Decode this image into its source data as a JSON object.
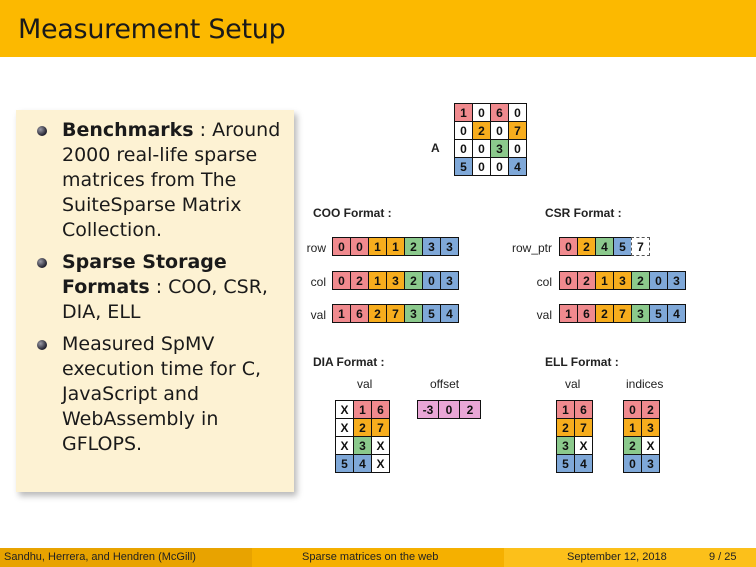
{
  "slide": {
    "title": "Measurement Setup"
  },
  "bullets": [
    {
      "bold": "Benchmarks",
      "text": " : Around 2000 real-life sparse matrices from The SuiteSparse Matrix Collection."
    },
    {
      "bold": "Sparse Storage Formats",
      "text": " : COO, CSR, DIA, ELL"
    },
    {
      "bold": "",
      "text": "Measured SpMV execution time for C, JavaScript and WebAssembly in GFLOPS."
    }
  ],
  "matrix": {
    "label": "A",
    "rows": [
      [
        {
          "v": "1",
          "c": "red"
        },
        {
          "v": "0",
          "c": "white"
        },
        {
          "v": "6",
          "c": "red"
        },
        {
          "v": "0",
          "c": "white"
        }
      ],
      [
        {
          "v": "0",
          "c": "white"
        },
        {
          "v": "2",
          "c": "orange"
        },
        {
          "v": "0",
          "c": "white"
        },
        {
          "v": "7",
          "c": "orange"
        }
      ],
      [
        {
          "v": "0",
          "c": "white"
        },
        {
          "v": "0",
          "c": "white"
        },
        {
          "v": "3",
          "c": "green"
        },
        {
          "v": "0",
          "c": "white"
        }
      ],
      [
        {
          "v": "5",
          "c": "blue"
        },
        {
          "v": "0",
          "c": "white"
        },
        {
          "v": "0",
          "c": "white"
        },
        {
          "v": "4",
          "c": "blue"
        }
      ]
    ]
  },
  "coo": {
    "title": "COO Format :",
    "row_label": "row",
    "col_label": "col",
    "val_label": "val",
    "row": [
      {
        "v": "0",
        "c": "red"
      },
      {
        "v": "0",
        "c": "red"
      },
      {
        "v": "1",
        "c": "orange"
      },
      {
        "v": "1",
        "c": "orange"
      },
      {
        "v": "2",
        "c": "green"
      },
      {
        "v": "3",
        "c": "blue"
      },
      {
        "v": "3",
        "c": "blue"
      }
    ],
    "col": [
      {
        "v": "0",
        "c": "red"
      },
      {
        "v": "2",
        "c": "red"
      },
      {
        "v": "1",
        "c": "orange"
      },
      {
        "v": "3",
        "c": "orange"
      },
      {
        "v": "2",
        "c": "green"
      },
      {
        "v": "0",
        "c": "blue"
      },
      {
        "v": "3",
        "c": "blue"
      }
    ],
    "val": [
      {
        "v": "1",
        "c": "red"
      },
      {
        "v": "6",
        "c": "red"
      },
      {
        "v": "2",
        "c": "orange"
      },
      {
        "v": "7",
        "c": "orange"
      },
      {
        "v": "3",
        "c": "green"
      },
      {
        "v": "5",
        "c": "blue"
      },
      {
        "v": "4",
        "c": "blue"
      }
    ]
  },
  "csr": {
    "title": "CSR Format :",
    "row_label": "row_ptr",
    "col_label": "col",
    "val_label": "val",
    "row_ptr": [
      {
        "v": "0",
        "c": "red"
      },
      {
        "v": "2",
        "c": "orange"
      },
      {
        "v": "4",
        "c": "green"
      },
      {
        "v": "5",
        "c": "blue"
      },
      {
        "v": "7",
        "c": "dashed"
      }
    ],
    "col": [
      {
        "v": "0",
        "c": "red"
      },
      {
        "v": "2",
        "c": "red"
      },
      {
        "v": "1",
        "c": "orange"
      },
      {
        "v": "3",
        "c": "orange"
      },
      {
        "v": "2",
        "c": "green"
      },
      {
        "v": "0",
        "c": "blue"
      },
      {
        "v": "3",
        "c": "blue"
      }
    ],
    "val": [
      {
        "v": "1",
        "c": "red"
      },
      {
        "v": "6",
        "c": "red"
      },
      {
        "v": "2",
        "c": "orange"
      },
      {
        "v": "7",
        "c": "orange"
      },
      {
        "v": "3",
        "c": "green"
      },
      {
        "v": "5",
        "c": "blue"
      },
      {
        "v": "4",
        "c": "blue"
      }
    ]
  },
  "dia": {
    "title": "DIA Format :",
    "val_label": "val",
    "offset_label": "offset",
    "val": [
      [
        {
          "v": "X",
          "c": "white"
        },
        {
          "v": "1",
          "c": "red"
        },
        {
          "v": "6",
          "c": "red"
        }
      ],
      [
        {
          "v": "X",
          "c": "white"
        },
        {
          "v": "2",
          "c": "orange"
        },
        {
          "v": "7",
          "c": "orange"
        }
      ],
      [
        {
          "v": "X",
          "c": "white"
        },
        {
          "v": "3",
          "c": "green"
        },
        {
          "v": "X",
          "c": "white"
        }
      ],
      [
        {
          "v": "5",
          "c": "blue"
        },
        {
          "v": "4",
          "c": "blue"
        },
        {
          "v": "X",
          "c": "white"
        }
      ]
    ],
    "offset": [
      {
        "v": "-3",
        "c": "pink"
      },
      {
        "v": "0",
        "c": "pink"
      },
      {
        "v": "2",
        "c": "pink"
      }
    ]
  },
  "ell": {
    "title": "ELL Format :",
    "val_label": "val",
    "indices_label": "indices",
    "val": [
      [
        {
          "v": "1",
          "c": "red"
        },
        {
          "v": "6",
          "c": "red"
        }
      ],
      [
        {
          "v": "2",
          "c": "orange"
        },
        {
          "v": "7",
          "c": "orange"
        }
      ],
      [
        {
          "v": "3",
          "c": "green"
        },
        {
          "v": "X",
          "c": "white"
        }
      ],
      [
        {
          "v": "5",
          "c": "blue"
        },
        {
          "v": "4",
          "c": "blue"
        }
      ]
    ],
    "indices": [
      [
        {
          "v": "0",
          "c": "red"
        },
        {
          "v": "2",
          "c": "red"
        }
      ],
      [
        {
          "v": "1",
          "c": "orange"
        },
        {
          "v": "3",
          "c": "orange"
        }
      ],
      [
        {
          "v": "2",
          "c": "green"
        },
        {
          "v": "X",
          "c": "white"
        }
      ],
      [
        {
          "v": "0",
          "c": "blue"
        },
        {
          "v": "3",
          "c": "blue"
        }
      ]
    ]
  },
  "footer": {
    "authors": "Sandhu, Herrera, and Hendren (McGill)",
    "talk": "Sparse matrices on the web",
    "date": "September 12, 2018",
    "page": "9 / 25"
  }
}
